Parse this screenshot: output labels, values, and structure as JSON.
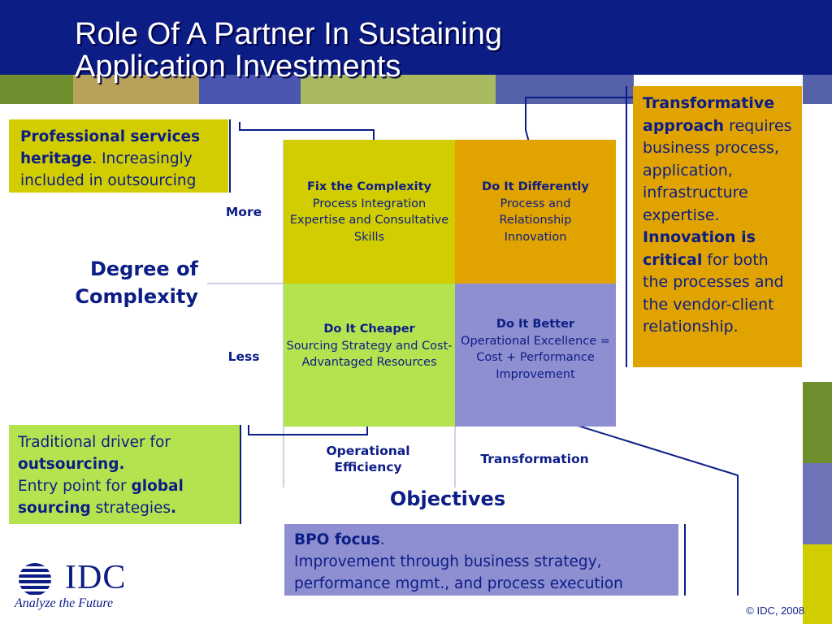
{
  "title": {
    "line1": "Role Of A Partner In Sustaining",
    "line2": "Application Investments"
  },
  "callouts": {
    "top_left": {
      "bold": "Professional services heritage",
      "text": ". Increasingly included in outsourcing"
    },
    "top_right": {
      "bold1": "Transformative approach",
      "text1": " requires business process, application, infrastructure expertise. ",
      "bold2": "Innovation is critical",
      "text2": " for both the processes and the vendor-client relationship."
    },
    "bottom_left": {
      "text1": "Traditional driver for ",
      "bold1": "outsourcing.",
      "text2": "Entry point for ",
      "bold2": "global sourcing",
      "text3": " strategies",
      "bold3": "."
    },
    "bottom": {
      "bold": "BPO focus",
      "text1": ".",
      "text2": "Improvement through business strategy, performance mgmt., and process execution"
    }
  },
  "quadrants": {
    "fix": {
      "title": "Fix the Complexity",
      "desc": "Process Integration Expertise and Consultative Skills"
    },
    "different": {
      "title": "Do It Differently",
      "desc": "Process and Relationship Innovation"
    },
    "cheaper": {
      "title": "Do It Cheaper",
      "desc": "Sourcing Strategy and Cost-Advantaged Resources"
    },
    "better": {
      "title": "Do It Better",
      "desc": "Operational Excellence = Cost + Performance Improvement"
    }
  },
  "axes": {
    "y_label": "Degree of Complexity",
    "y_high": "More",
    "y_low": "Less",
    "x_label": "Objectives",
    "x_left": "Operational Efficiency",
    "x_right": "Transformation"
  },
  "logo": {
    "name": "IDC",
    "tagline": "Analyze the Future",
    "icon": "idc-globe-icon"
  },
  "copyright": "© IDC, 2008",
  "colors": {
    "navy": "#0c1d86",
    "yellow": "#d1cd00",
    "orange": "#e1a300",
    "green": "#b5e34f",
    "lavender": "#8e8fd0"
  }
}
